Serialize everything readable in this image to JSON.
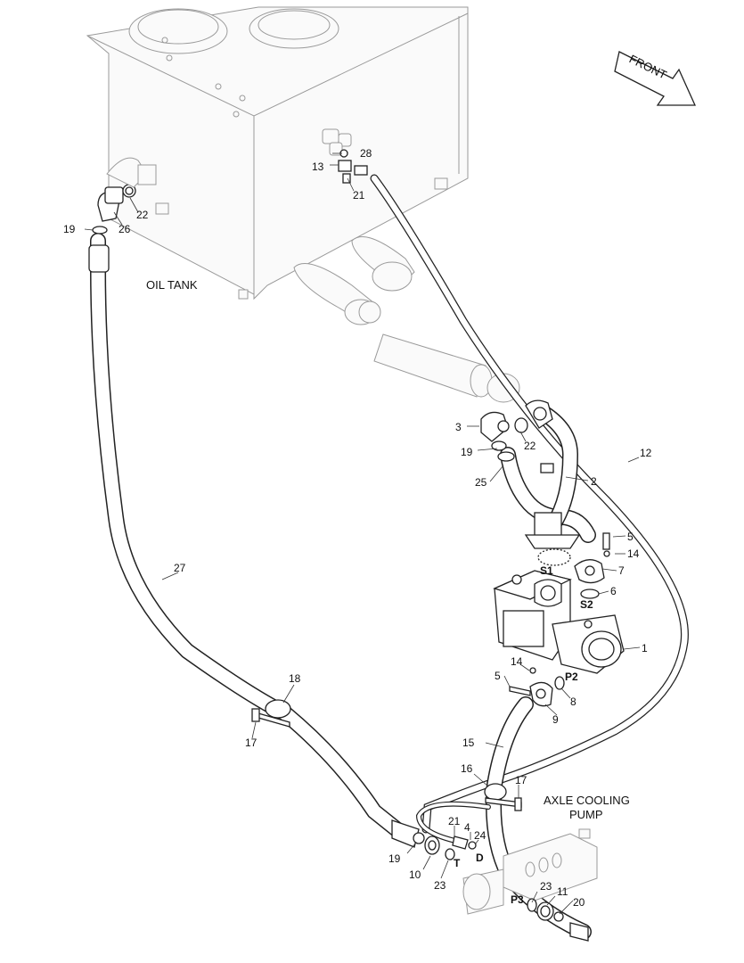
{
  "captions": {
    "oil_tank": "OIL TANK",
    "front": "FRONT",
    "axle_cooling_pump_line1": "AXLE COOLING",
    "axle_cooling_pump_line2": "PUMP"
  },
  "callouts": {
    "c28": "28",
    "c13": "13",
    "c21a": "21",
    "c22a": "22",
    "c26": "26",
    "c19a": "19",
    "c3": "3",
    "c22b": "22",
    "c19b": "19",
    "c25": "25",
    "c2": "2",
    "c12": "12",
    "c5a": "5",
    "c14a": "14",
    "c7": "7",
    "c6": "6",
    "c1": "1",
    "c14b": "14",
    "c5b": "5",
    "c8": "8",
    "c9": "9",
    "c27": "27",
    "c18": "18",
    "c17a": "17",
    "c15": "15",
    "c16": "16",
    "c17b": "17",
    "c21b": "21",
    "c4": "4",
    "c24": "24",
    "c19c": "19",
    "c10": "10",
    "c23a": "23",
    "c23b": "23",
    "c11": "11",
    "c20": "20"
  },
  "ports": {
    "s1": "S1",
    "s2": "S2",
    "p2": "P2",
    "t": "T",
    "d": "D",
    "p3": "P3"
  }
}
